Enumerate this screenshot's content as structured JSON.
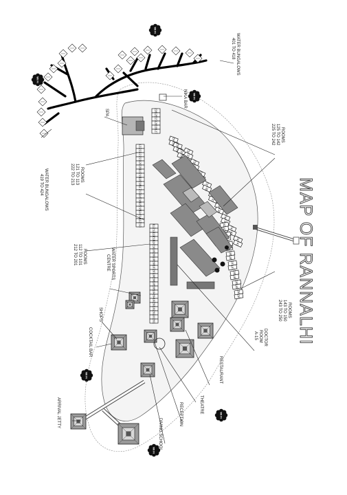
{
  "map": {
    "title": "MAP OF RANNALHI",
    "labels": {
      "water_bungalows_top": [
        "WATER BUNGALOWS",
        "401 TO 418"
      ],
      "nika_bar": "NIKA BAR",
      "spa": "SPA",
      "rooms_left": [
        "ROOMS",
        "121 TO 113",
        "222 TO 213"
      ],
      "rooms_right_top": [
        "ROOMS",
        "125 TO 142",
        "225 TO 242"
      ],
      "water_bungalows_left": [
        "WATER BUNGALOWS",
        "419 TO 424"
      ],
      "rooms_mid_left": [
        "ROOMS",
        "112 TO 101",
        "212 TO 201"
      ],
      "water_sports": [
        "WATER SPORTS",
        "CENTRE"
      ],
      "rooms_right_bottom": [
        "ROOMS",
        "143 TO 150",
        "243 TO 250"
      ],
      "doctor": [
        "DOCTOR",
        "ROOM",
        "A-15"
      ],
      "shops": "SHOPS",
      "cocktail_bar": "COCKTAIL BAR",
      "restaurant": "RESTAURANT",
      "theatre": "THEATRE",
      "reception": "RECEPTION",
      "diving_school": "DIVING SCHOOL",
      "arrival_jetty": "ARRIVAL JETTY"
    },
    "wifi_badge": "Wi Fi",
    "rooms": {
      "top_block": [
        "226",
        "125",
        "227",
        "126",
        "228",
        "127"
      ],
      "right_col1": [
        "229",
        "128",
        "230",
        "129",
        "231",
        "130",
        "232",
        "131",
        "233",
        "132"
      ],
      "right_col2": [
        "234",
        "133",
        "235",
        "134",
        "236",
        "135",
        "237",
        "136",
        "238",
        "137",
        "239",
        "138",
        "240",
        "139",
        "241",
        "140",
        "242",
        "141"
      ],
      "right_col3": [
        "243",
        "143",
        "244",
        "144",
        "245",
        "145",
        "246",
        "146",
        "247",
        "147",
        "248",
        "148",
        "249",
        "149",
        "250",
        "150"
      ],
      "left_col": [
        "122",
        "222",
        "121",
        "221",
        "120",
        "220",
        "119",
        "219",
        "118",
        "218",
        "117",
        "217",
        "116",
        "216",
        "115",
        "215",
        "114",
        "214",
        "113",
        "213"
      ],
      "left_col2": [
        "112",
        "212",
        "111",
        "211",
        "110",
        "210",
        "109",
        "209",
        "108",
        "208",
        "107",
        "207",
        "106",
        "206",
        "105",
        "205",
        "104",
        "204",
        "103",
        "203",
        "102",
        "202",
        "101",
        "201"
      ]
    },
    "colors": {
      "ink": "#1a1a1a",
      "building": "#9a9a9a",
      "island": "#f4f4f4"
    }
  }
}
